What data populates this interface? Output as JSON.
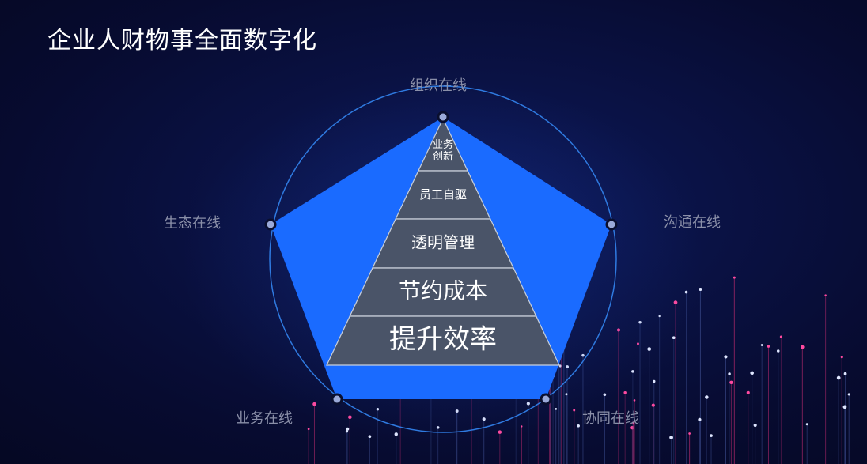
{
  "title": "企业人财物事全面数字化",
  "colors": {
    "background": "#070b30",
    "pentagon_fill": "#1a6bff",
    "pyramid_fill": "#4a5468",
    "circle_stroke": "#2f7ae0",
    "node_fill": "#9aa9d8",
    "outer_label": "#8a8fa8"
  },
  "outer_labels": {
    "top": "组织在线",
    "right": "沟通在线",
    "bottom_right": "协同在线",
    "bottom_left": "业务在线",
    "left": "生态在线"
  },
  "pyramid_levels": [
    {
      "lines": [
        "业务",
        "创新"
      ]
    },
    {
      "lines": [
        "员工自驱"
      ]
    },
    {
      "lines": [
        "透明管理"
      ]
    },
    {
      "lines": [
        "节约成本"
      ]
    },
    {
      "lines": [
        "提升效率"
      ]
    }
  ]
}
